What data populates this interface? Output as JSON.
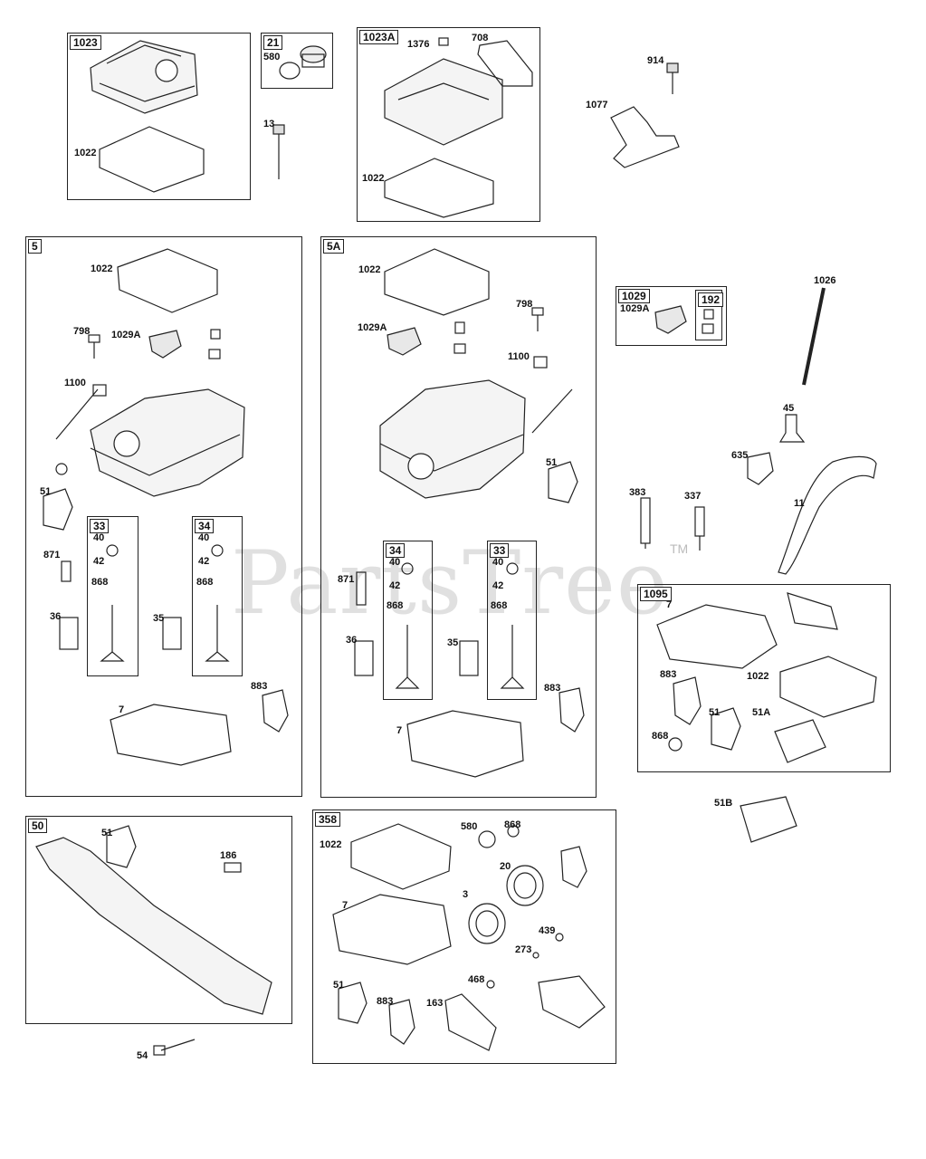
{
  "watermark": {
    "text": "PartsTree",
    "tm": "TM"
  },
  "boxes": {
    "b1023": "1023",
    "b21": "21",
    "b1023a": "1023A",
    "b5": "5",
    "b5a": "5A",
    "b1029": "1029",
    "b192": "192",
    "b33l": "33",
    "b34l": "34",
    "b34r": "34",
    "b33r": "33",
    "b1095": "1095",
    "b50": "50",
    "b358": "358"
  },
  "labels": {
    "l1022a": "1022",
    "l580a": "580",
    "l13": "13",
    "l1376": "1376",
    "l708": "708",
    "l1022b": "1022",
    "l914": "914",
    "l1077": "1077",
    "l1022c": "1022",
    "l798a": "798",
    "l1029Aa": "1029A",
    "l1100a": "1100",
    "l51a": "51",
    "l871a": "871",
    "l36a": "36",
    "l35a": "35",
    "l883a": "883",
    "l7a": "7",
    "l40a": "40",
    "l42a": "42",
    "l868a": "868",
    "l40b": "40",
    "l42b": "42",
    "l868b": "868",
    "l1022d": "1022",
    "l798b": "798",
    "l1029Ab": "1029A",
    "l1100b": "1100",
    "l51b": "51",
    "l871b": "871",
    "l36b": "36",
    "l35b": "35",
    "l883b": "883",
    "l7b": "7",
    "l40c": "40",
    "l42c": "42",
    "l868c": "868",
    "l40d": "40",
    "l42d": "42",
    "l868d": "868",
    "l1029Ac": "1029A",
    "l1026": "1026",
    "l45": "45",
    "l635": "635",
    "l11": "11",
    "l383": "383",
    "l337": "337",
    "l7c": "7",
    "l883c": "883",
    "l1022e": "1022",
    "l51c": "51",
    "l51A": "51A",
    "l868e": "868",
    "l51B": "51B",
    "l51d": "51",
    "l186": "186",
    "l54": "54",
    "l1022f": "1022",
    "l580b": "580",
    "l868f": "868",
    "l7d": "7",
    "l20": "20",
    "l3": "3",
    "l439": "439",
    "l273": "273",
    "l468": "468",
    "l51e": "51",
    "l883d": "883",
    "l163": "163"
  }
}
